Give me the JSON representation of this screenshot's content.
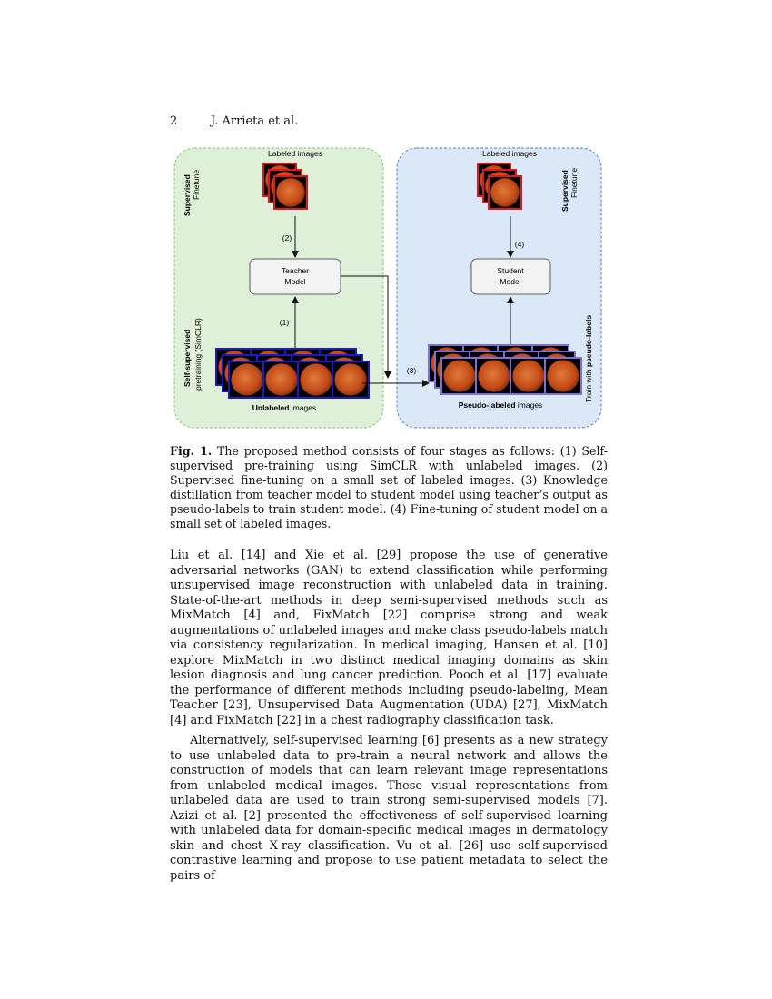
{
  "header": {
    "page_number": "2",
    "authors": "J. Arrieta et al."
  },
  "figure": {
    "left_panel": {
      "top_label": "Labeled images",
      "side_label_bold": "Supervised",
      "side_label": "Finetune",
      "lower_side_label_bold": "Self-supervised",
      "lower_side_label": "pretraining (SimCLR)",
      "model_line1": "Teacher",
      "model_line2": "Model",
      "step_top": "(2)",
      "step_bottom": "(1)",
      "bottom_label_bold": "Unlabeled",
      "bottom_label": " images"
    },
    "right_panel": {
      "top_label": "Labeled images",
      "side_label_bold": "Supervised",
      "side_label": "Finetune",
      "right_side_label": "Train with ",
      "right_side_label_bold": "pseudo-labels",
      "model_line1": "Student",
      "model_line2": "Model",
      "step_top": "(4)",
      "bottom_label_bold": "Pseudo-labeled",
      "bottom_label": " images"
    },
    "transfer_step": "(3)",
    "colors": {
      "left_panel_fill": "#dff0d8",
      "left_panel_border": "#8bc17b",
      "right_panel_fill": "#dbe8f8",
      "right_panel_border": "#5b7fbf",
      "labeled_border": "#e3161b",
      "unlabeled_border": "#1a1acc",
      "pseudo_border": "#7f6fd9",
      "fundus": "#c9521a"
    }
  },
  "caption": {
    "label": "Fig. 1.",
    "text": " The proposed method consists of four stages as follows: (1) Self-supervised pre-training using SimCLR with unlabeled images. (2) Supervised fine-tuning on a small set of labeled images. (3) Knowledge distillation from teacher model to student model using teacher’s output as pseudo-labels to train student model. (4) Fine-tuning of student model on a small set of labeled images."
  },
  "body": {
    "paragraph1": "Liu et al. [14] and Xie et al. [29] propose the use of generative adversarial networks (GAN) to extend classification while performing unsupervised image reconstruction with unlabeled data in training. State-of-the-art methods in deep semi-supervised methods such as MixMatch [4] and, FixMatch [22] comprise strong and weak augmentations of unlabeled images and make class pseudo-labels match via consistency regularization. In medical imaging, Hansen et al. [10] explore MixMatch in two distinct medical imaging domains as skin lesion diagnosis and lung cancer prediction. Pooch et al. [17] evaluate the performance of different methods including pseudo-labeling, Mean Teacher [23], Unsupervised Data Augmentation (UDA) [27], MixMatch [4] and FixMatch [22] in a chest radiography classification task.",
    "paragraph2": "Alternatively, self-supervised learning [6] presents as a new strategy to use unlabeled data to pre-train a neural network and allows the construction of models that can learn relevant image representations from unlabeled medical images. These visual representations from unlabeled data are used to train strong semi-supervised models [7]. Azizi et al. [2] presented the effectiveness of self-supervised learning with unlabeled data for domain-specific medical images in dermatology skin and chest X-ray classification. Vu et al. [26] use self-supervised contrastive learning and propose to use patient metadata to select the pairs of"
  }
}
